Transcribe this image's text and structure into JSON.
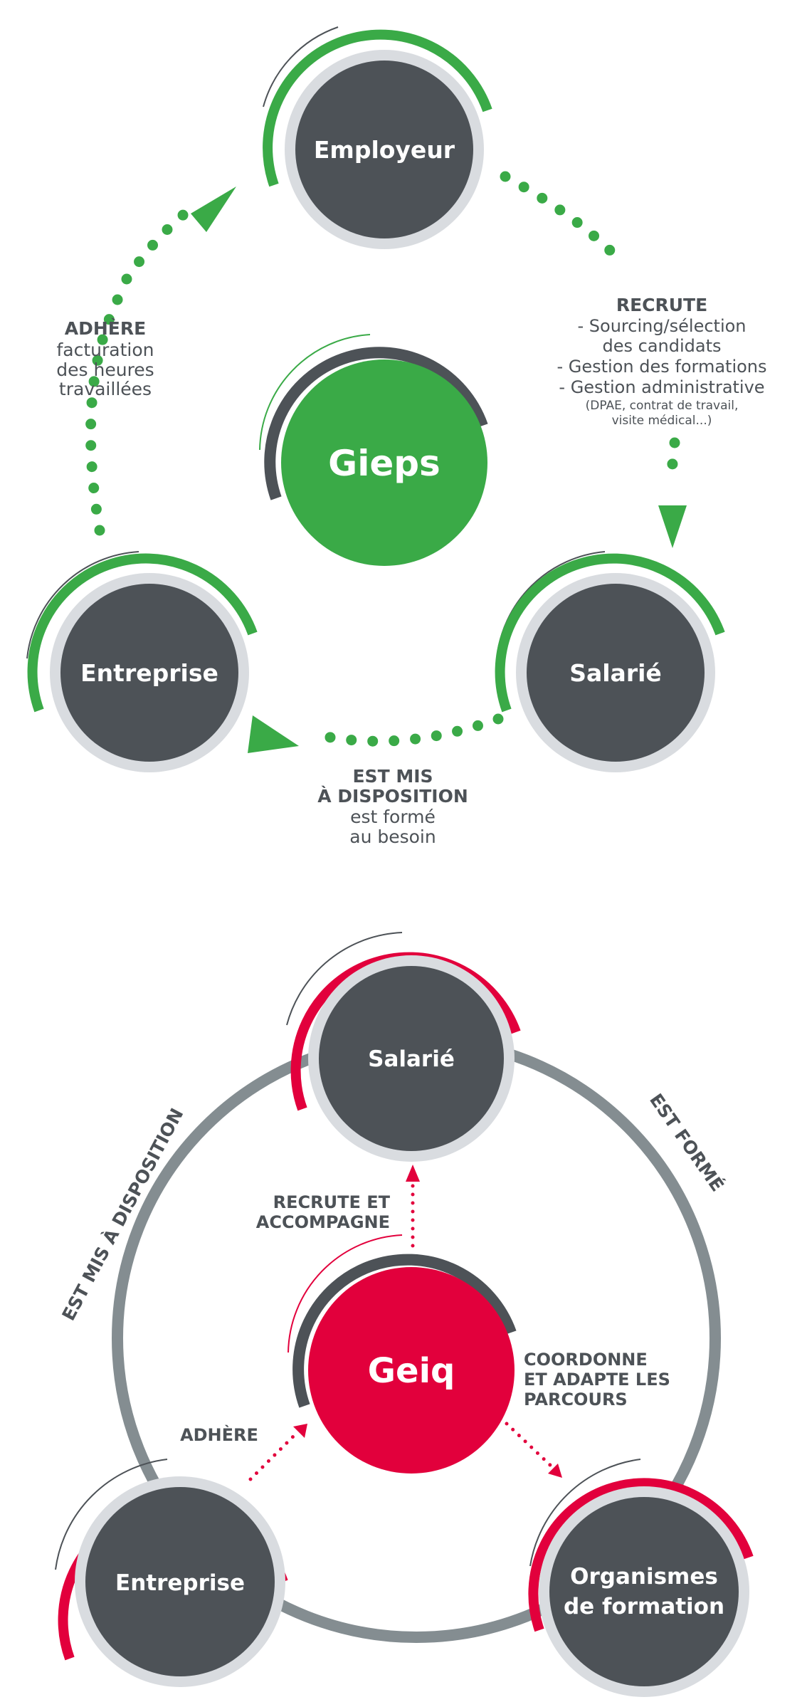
{
  "colors": {
    "green": "#3aaa47",
    "red": "#e2003c",
    "dark": "#4d5257",
    "light_ring": "#d9dce0",
    "grey_ring": "#848d91",
    "text": "#4d5257"
  },
  "gieps": {
    "center": "Gieps",
    "employeur": "Employeur",
    "entreprise": "Entreprise",
    "salarie": "Salarié",
    "adhere": {
      "title": "ADHÈRE",
      "line1": "facturation",
      "line2": "des heures",
      "line3": "travaillées"
    },
    "recrute": {
      "title": "RECRUTE",
      "line1": "- Sourcing/sélection",
      "line2": "des candidats",
      "line3": "- Gestion des formations",
      "line4": "- Gestion administrative",
      "line5": "(DPAE, contrat de travail,",
      "line6": "visite médical...)"
    },
    "mis_dispo": {
      "title1": "EST MIS",
      "title2": "À DISPOSITION",
      "line1": "est formé",
      "line2": "au besoin"
    }
  },
  "geiq": {
    "center": "Geiq",
    "salarie": "Salarié",
    "entreprise": "Entreprise",
    "organismes1": "Organismes",
    "organismes2": "de formation",
    "recrute1": "RECRUTE ET",
    "recrute2": "ACCOMPAGNE",
    "coordonne1": "COORDONNE",
    "coordonne2": "ET ADAPTE LES",
    "coordonne3": "PARCOURS",
    "adhere": "ADHÈRE",
    "est_mis": "EST MIS À DISPOSITION",
    "est_forme": "EST FORMÉ"
  }
}
